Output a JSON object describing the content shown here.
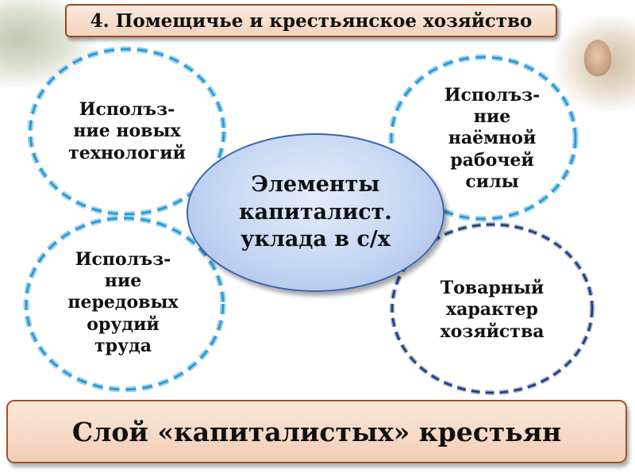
{
  "title": "4. Помещичье и крестьянское хозяйство",
  "center": {
    "label": "Элементы\nкапиталист.\nуклада в с/х"
  },
  "nodes": [
    {
      "label": "Исполъз-\nние новых\nтехнологий",
      "color": "#3fa7dd"
    },
    {
      "label": "Исполъз-\nние\nнаёмной\nрабочей\nсилы",
      "color": "#3fa7dd"
    },
    {
      "label": "Исполъз-\nние\nпередовых\nорудий\nтруда",
      "color": "#3fa7dd"
    },
    {
      "label": "Товарный\nхарактер\nхозяйства",
      "color": "#1f3a73"
    }
  ],
  "footer": {
    "label": "Слой «капиталистых» крестьян"
  },
  "colors": {
    "accent_border": "#9a4a23",
    "center_border": "#3a66b4",
    "box_fill": "#f6dccb"
  }
}
